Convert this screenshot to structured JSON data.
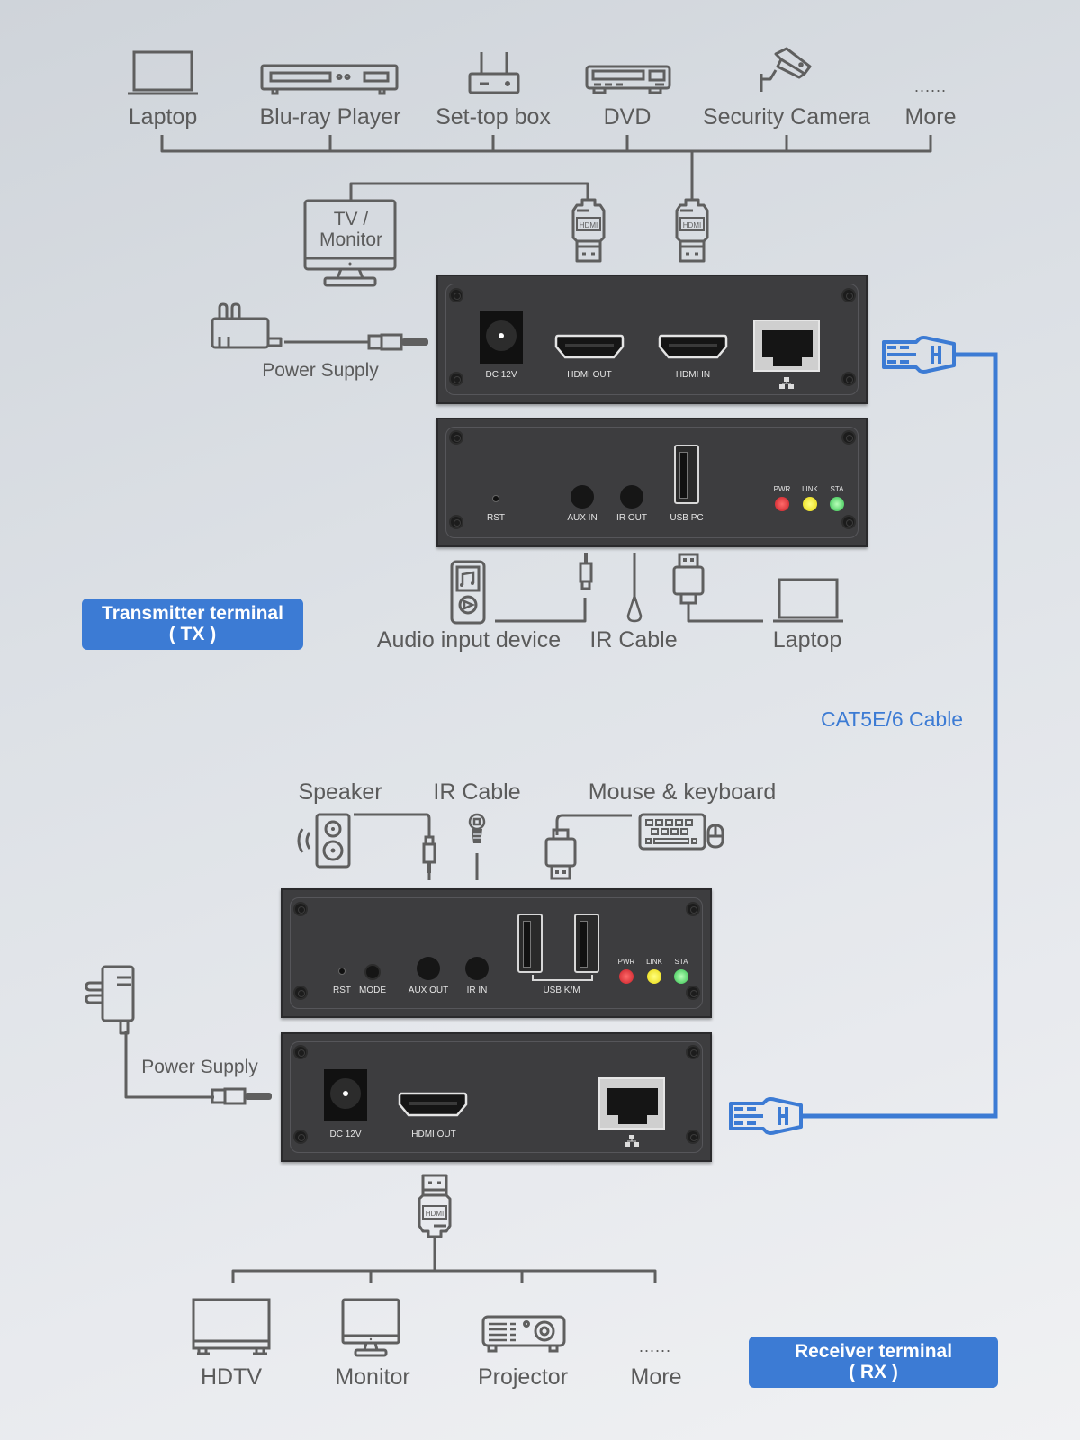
{
  "colors": {
    "accent": "#3c7bd4",
    "line": "#5f5f5f",
    "panel": "#3d3d3f",
    "led_pwr": "#d0262e",
    "led_link": "#f1e216",
    "led_sta": "#3fd25a"
  },
  "tx": {
    "sources": [
      {
        "label": "Laptop",
        "icon": "laptop-icon"
      },
      {
        "label": "Blu-ray Player",
        "icon": "blu-ray-player-icon"
      },
      {
        "label": "Set-top box",
        "icon": "set-top-box-icon"
      },
      {
        "label": "DVD",
        "icon": "dvd-player-icon"
      },
      {
        "label": "Security Camera",
        "icon": "security-camera-icon"
      },
      {
        "label": "More",
        "icon": "ellipsis-icon",
        "dots": "......"
      }
    ],
    "tv_monitor_label": "TV /\nMonitor",
    "tv_monitor_line1": "TV /",
    "tv_monitor_line2": "Monitor",
    "hdmi_plug_text": "HDMI",
    "power_supply_label": "Power Supply",
    "front_panel": {
      "dc": "DC 12V",
      "hdmi_out": "HDMI OUT",
      "hdmi_in": "HDMI IN"
    },
    "rear_panel": {
      "rst": "RST",
      "aux_in": "AUX IN",
      "ir_out": "IR OUT",
      "usb_pc": "USB PC",
      "leds": [
        "PWR",
        "LINK",
        "STA"
      ]
    },
    "peripherals": {
      "audio": "Audio input device",
      "ir": "IR Cable",
      "laptop": "Laptop"
    },
    "badge_line1": "Transmitter terminal",
    "badge_line2": "( TX )"
  },
  "cable_label": "CAT5E/6 Cable",
  "rx": {
    "peripherals": {
      "speaker": "Speaker",
      "ir": "IR Cable",
      "mouse_keyboard": "Mouse & keyboard"
    },
    "rear_panel": {
      "rst": "RST",
      "mode": "MODE",
      "aux_out": "AUX OUT",
      "ir_in": "IR IN",
      "usb_km": "USB K/M",
      "leds": [
        "PWR",
        "LINK",
        "STA"
      ]
    },
    "power_supply_label": "Power Supply",
    "front_panel": {
      "dc": "DC 12V",
      "hdmi_out": "HDMI OUT"
    },
    "hdmi_plug_text": "HDMI",
    "displays": [
      {
        "label": "HDTV",
        "icon": "hdtv-icon"
      },
      {
        "label": "Monitor",
        "icon": "monitor-icon"
      },
      {
        "label": "Projector",
        "icon": "projector-icon"
      },
      {
        "label": "More",
        "icon": "ellipsis-icon",
        "dots": "......"
      }
    ],
    "badge_line1": "Receiver terminal",
    "badge_line2": "( RX )"
  }
}
